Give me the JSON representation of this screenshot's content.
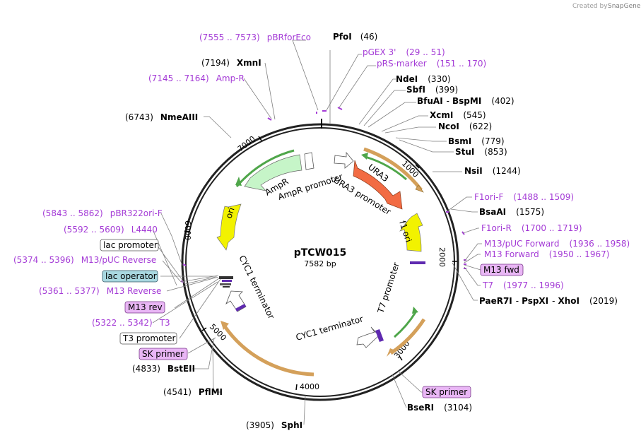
{
  "credit": {
    "created_by": "Created by",
    "brand": "SnapGene"
  },
  "plasmid": {
    "name": "pTCW015",
    "length_label": "7582 bp",
    "length_bp": 7582
  },
  "ticks": [
    "1000",
    "2000",
    "3000",
    "4000",
    "5000",
    "6000",
    "7000"
  ],
  "features": [
    {
      "name": "URA3",
      "label": "URA3"
    },
    {
      "name": "URA3 promoter",
      "label": "URA3 promoter"
    },
    {
      "name": "f1 ori",
      "label": "f1 ori"
    },
    {
      "name": "T7 promoter",
      "label": "T7 promoter"
    },
    {
      "name": "CYC1 terminator",
      "label": "CYC1 terminator"
    },
    {
      "name": "CYC1 terminator",
      "label": "CYC1 terminator"
    },
    {
      "name": "ori",
      "label": "ori"
    },
    {
      "name": "AmpR",
      "label": "AmpR"
    },
    {
      "name": "AmpR promoter",
      "label": "AmpR promoter"
    }
  ],
  "enzymes": [
    {
      "name": "PfoI",
      "pos": "(46)"
    },
    {
      "name": "NdeI",
      "pos": "(330)"
    },
    {
      "name": "SbfI",
      "pos": "(399)"
    },
    {
      "name": "BfuAI",
      "name2": "BspMI",
      "pos": "(402)"
    },
    {
      "name": "XcmI",
      "pos": "(545)"
    },
    {
      "name": "NcoI",
      "pos": "(622)"
    },
    {
      "name": "BsmI",
      "pos": "(779)"
    },
    {
      "name": "StuI",
      "pos": "(853)"
    },
    {
      "name": "NsiI",
      "pos": "(1244)"
    },
    {
      "name": "BsaAI",
      "pos": "(1575)"
    },
    {
      "name": "PaeR7I",
      "name2": "PspXI",
      "name3": "XhoI",
      "pos": "(2019)"
    },
    {
      "name": "BseRI",
      "pos": "(3104)"
    },
    {
      "name": "SphI",
      "pos": "(3905)"
    },
    {
      "name": "PflMI",
      "pos": "(4541)"
    },
    {
      "name": "BstEII",
      "pos": "(4833)"
    },
    {
      "name": "NmeAIII",
      "pos": "(6743)"
    },
    {
      "name": "XmnI",
      "pos": "(7194)"
    }
  ],
  "primers": [
    {
      "range": "(7555 .. 7573)",
      "name": "pBRforEco"
    },
    {
      "name": "pGEX 3'",
      "range": "(29 .. 51)"
    },
    {
      "name": "pRS-marker",
      "range": "(151 .. 170)"
    },
    {
      "range": "(7145 .. 7164)",
      "name": "Amp-R"
    },
    {
      "name": "F1ori-F",
      "range": "(1488 .. 1509)"
    },
    {
      "name": "F1ori-R",
      "range": "(1700 .. 1719)"
    },
    {
      "name": "M13/pUC Forward",
      "range": "(1936 .. 1958)"
    },
    {
      "name": "M13 Forward",
      "range": "(1950 .. 1967)"
    },
    {
      "name": "T7",
      "range": "(1977 .. 1996)"
    },
    {
      "range": "(5843 .. 5862)",
      "name": "pBR322ori-F"
    },
    {
      "range": "(5592 .. 5609)",
      "name": "L4440"
    },
    {
      "range": "(5374 .. 5396)",
      "name": "M13/pUC Reverse"
    },
    {
      "range": "(5361 .. 5377)",
      "name": "M13 Reverse"
    },
    {
      "range": "(5322 .. 5342)",
      "name": "T3"
    }
  ],
  "boxed": {
    "m13_fwd": "M13 fwd",
    "sk_primer_right": "SK primer",
    "lac_promoter": "lac promoter",
    "lac_operator": "lac operator",
    "m13_rev": "M13 rev",
    "t3_promoter": "T3 promoter",
    "sk_primer_left": "SK primer"
  },
  "colors": {
    "backbone": "#222222",
    "primer": "#a43bd6",
    "ura3": "#f26b43",
    "amp": "#c6f5c8",
    "ori": "#f2f200",
    "f1ori": "#f2f200",
    "terminator_arc": "#d4a05a",
    "green_arc": "#4fa64a",
    "primer_box": "#e9b6f5",
    "lac_operator_box": "#a9d8e0"
  }
}
